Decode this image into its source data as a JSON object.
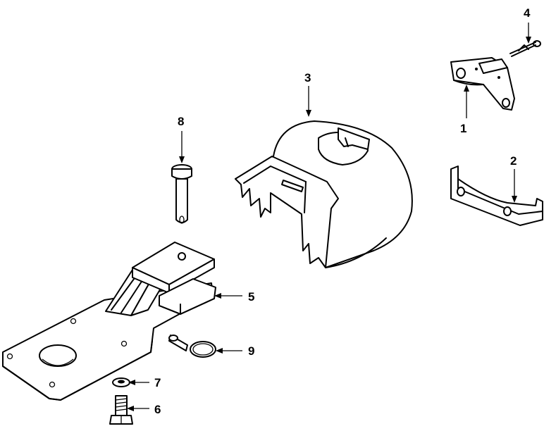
{
  "colors": {
    "ink": "#000000",
    "paper": "#ffffff"
  },
  "callouts": {
    "c1": "1",
    "c2": "2",
    "c3": "3",
    "c4": "4",
    "c5": "5",
    "c6": "6",
    "c7": "7",
    "c8": "8",
    "c9": "9"
  }
}
